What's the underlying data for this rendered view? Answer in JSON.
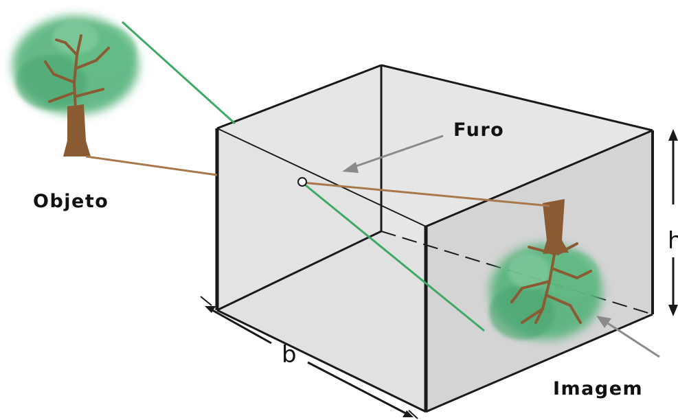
{
  "labels": {
    "objeto": "Objeto",
    "furo": "Furo",
    "imagem": "Imagem",
    "width_b": "b",
    "height_h": "h"
  },
  "colors": {
    "box_fill_front": "#e4e4e4",
    "box_fill_side": "#d2d2d2",
    "box_edge": "#1a1a1a",
    "ray_green": "#3caa64",
    "ray_brown": "#a9784a",
    "foliage": "#55b27a",
    "trunk": "#8a5a33",
    "arrow_gray": "#8a8a8a"
  },
  "icons": [
    "tree-object-icon",
    "tree-image-icon",
    "pinhole-icon"
  ]
}
